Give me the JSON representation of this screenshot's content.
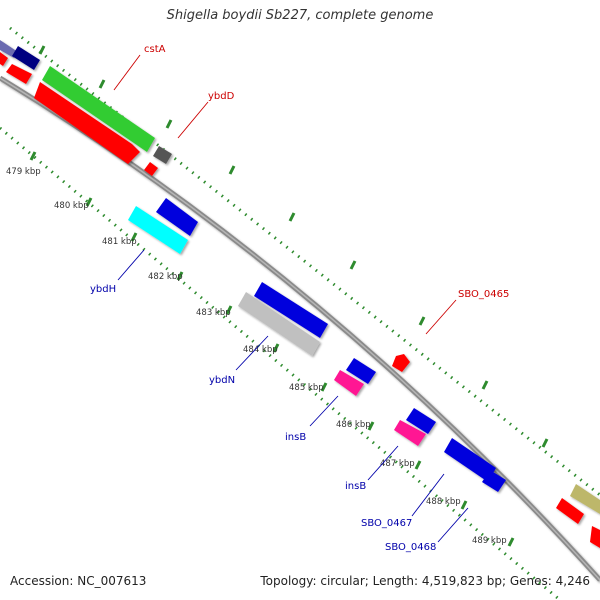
{
  "title": "Shigella boydii Sb227, complete genome",
  "footer": {
    "accession": "Accession: NC_007613",
    "summary": "Topology: circular; Length: 4,519,823 bp; Genes: 4,246"
  },
  "colors": {
    "backbone": "#8a8a8a",
    "tick_dots": "#2e8b2e",
    "forward_label": "#cc0000",
    "reverse_label": "#0000aa"
  },
  "kbp_labels": [
    "479 kbp",
    "480 kbp",
    "481 kbp",
    "482 kbp",
    "483 kbp",
    "484 kbp",
    "485 kbp",
    "486 kbp",
    "487 kbp",
    "488 kbp",
    "489 kbp"
  ],
  "genes": [
    {
      "label": "cstA",
      "strand": "forward"
    },
    {
      "label": "ybdD",
      "strand": "forward"
    },
    {
      "label": "SBO_0465",
      "strand": "forward"
    },
    {
      "label": "ybdH",
      "strand": "reverse"
    },
    {
      "label": "ybdN",
      "strand": "reverse"
    },
    {
      "label": "insB",
      "strand": "reverse"
    },
    {
      "label": "insB",
      "strand": "reverse"
    },
    {
      "label": "SBO_0467",
      "strand": "reverse"
    },
    {
      "label": "SBO_0468",
      "strand": "reverse"
    }
  ]
}
